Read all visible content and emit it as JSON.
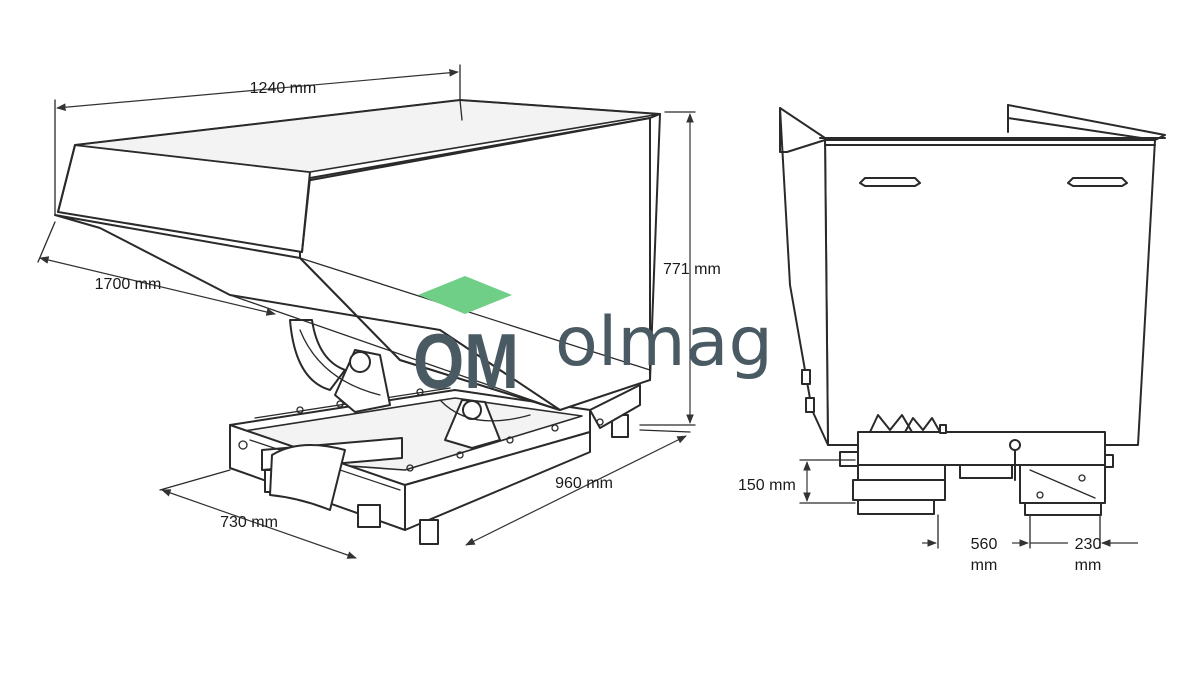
{
  "dimensions": {
    "width_top": "1240 mm",
    "length": "1700 mm",
    "height": "771 mm",
    "base_depth": "960 mm",
    "base_width": "730 mm",
    "base_height": "150 mm",
    "fork_spacing_value": "560",
    "fork_spacing_unit": "mm",
    "fork_width_value": "230",
    "fork_width_unit": "mm"
  },
  "logo": {
    "monogram": "OM",
    "brand": "olmag",
    "colors": {
      "accent": "#6fcf86",
      "text": "#4a5a63"
    }
  }
}
